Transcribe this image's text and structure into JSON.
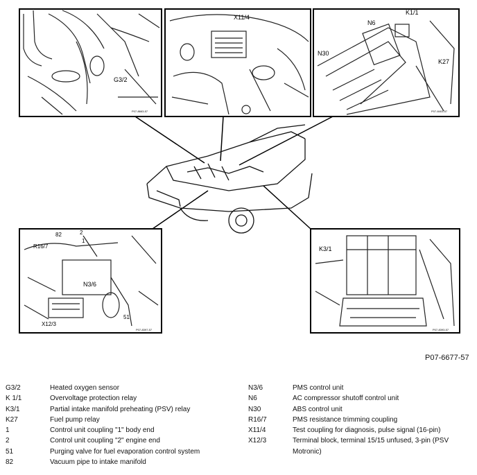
{
  "figure_id": "P07-6677-57",
  "panels": {
    "oxygen_sensor": {
      "labels": [
        "G3/2"
      ],
      "ref": "P07-8663-57"
    },
    "test_coupling": {
      "labels": [
        "X11/4"
      ]
    },
    "control_units": {
      "labels": [
        "N6",
        "K1/1",
        "N30",
        "K27"
      ],
      "ref": "P07-8403-57"
    },
    "pms": {
      "labels": [
        "82",
        "2",
        "R16/7",
        "1",
        "N3/6",
        "X12/3",
        "51"
      ],
      "ref": "P07-8397-57"
    },
    "relay": {
      "labels": [
        "K3/1"
      ],
      "ref": "P07-8393-57"
    }
  },
  "legend_left": [
    {
      "code": "G3/2",
      "desc": "Heated oxygen sensor"
    },
    {
      "code": "K 1/1",
      "desc": "Overvoltage protection relay"
    },
    {
      "code": "K3/1",
      "desc": "Partial intake manifold preheating (PSV) relay"
    },
    {
      "code": "K27",
      "desc": "Fuel pump relay"
    },
    {
      "code": "1",
      "desc": "Control unit coupling \"1\" body end"
    },
    {
      "code": "2",
      "desc": "Control unit coupling \"2\" engine end"
    },
    {
      "code": "51",
      "desc": "Purging valve for fuel evaporation control system"
    },
    {
      "code": "82",
      "desc": "Vacuum pipe to intake manifold"
    }
  ],
  "legend_right": [
    {
      "code": "N3/6",
      "desc": "PMS control unit"
    },
    {
      "code": "N6",
      "desc": "AC compressor shutoff control unit"
    },
    {
      "code": "N30",
      "desc": "ABS control unit"
    },
    {
      "code": "R16/7",
      "desc": "PMS resistance trimming coupling"
    },
    {
      "code": "X11/4",
      "desc": "Test coupling for diagnosis, pulse signal (16-pin)"
    },
    {
      "code": "X12/3",
      "desc": "Terminal block, terminal 15/15 unfused, 3-pin (PSV Motronic)"
    }
  ]
}
